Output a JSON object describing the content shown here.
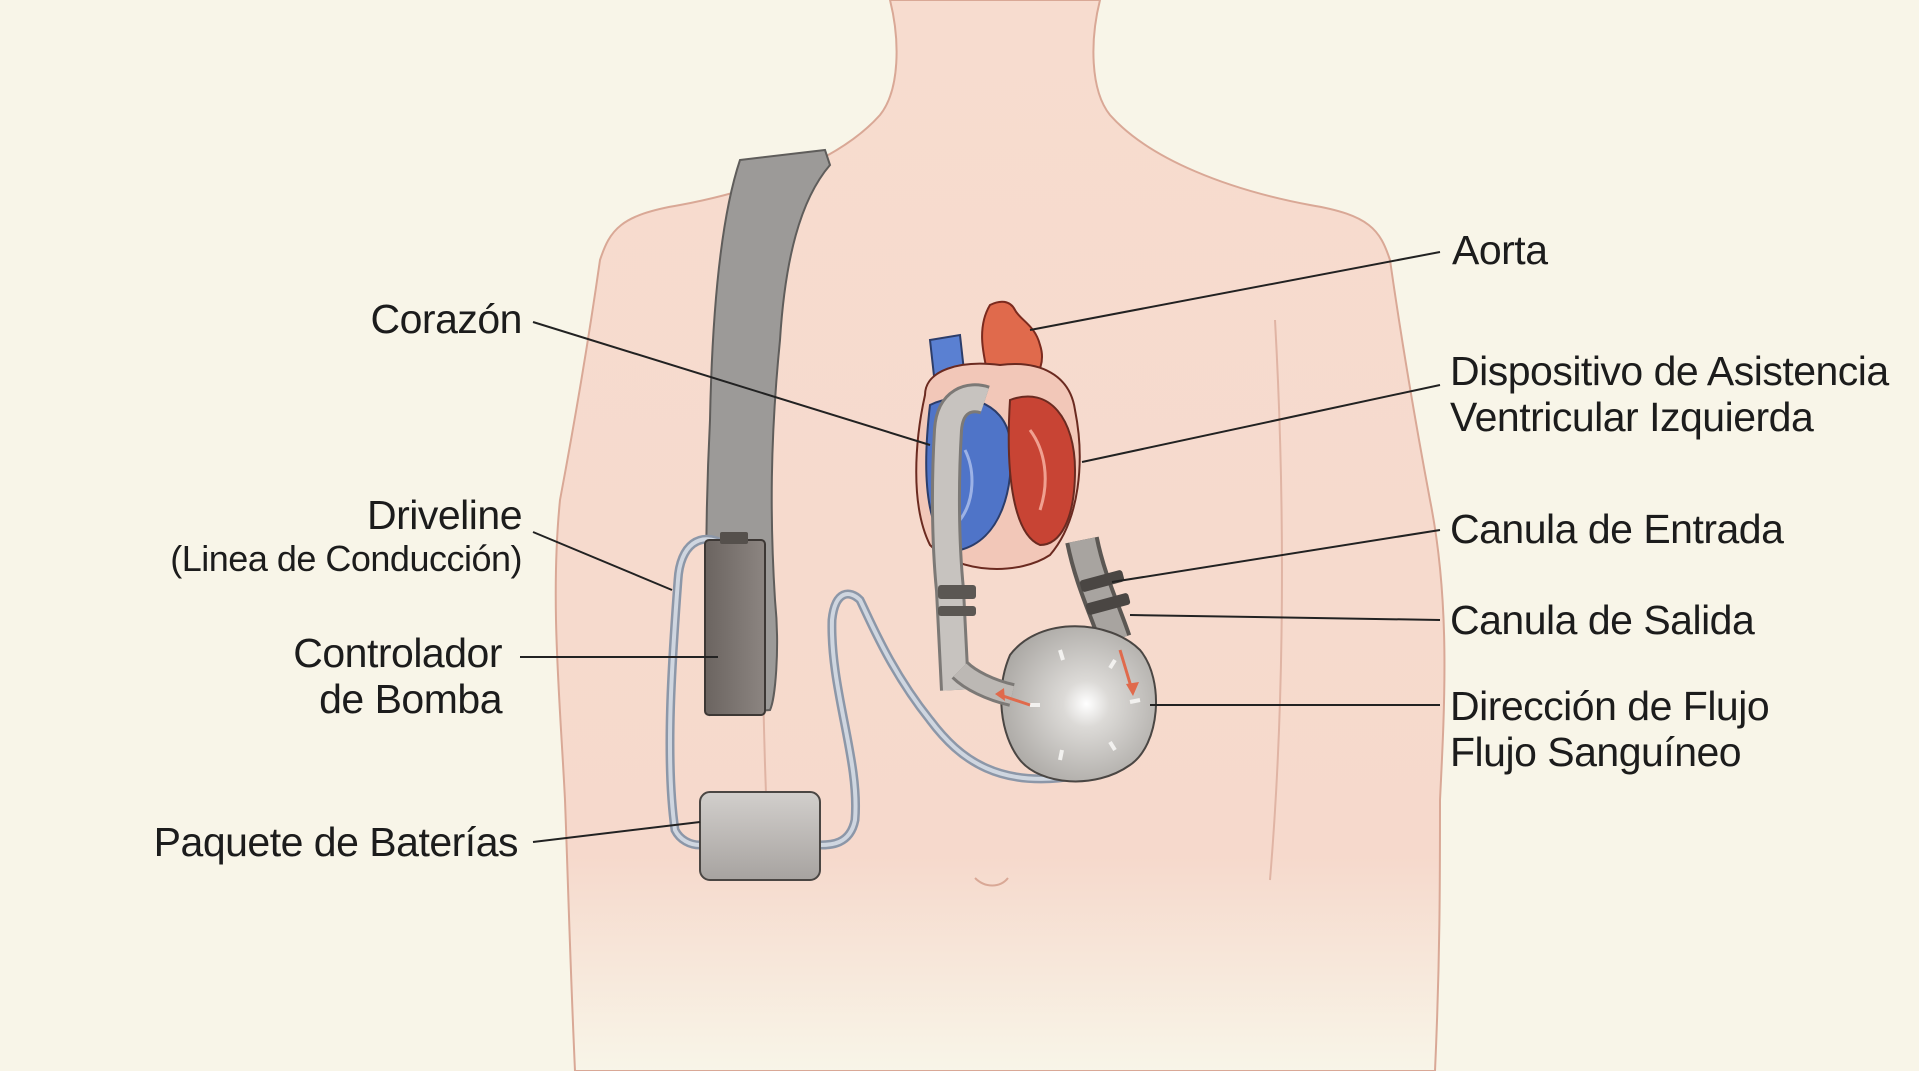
{
  "labels": {
    "aorta": "Aorta",
    "lvad": [
      "Dispositivo de Asistencia",
      "Ventricular Izquierda"
    ],
    "inlet": "Canula de Entrada",
    "outlet": "Canula de Salida",
    "flow": [
      "Dirección de Flujo",
      "Flujo Sanguíneo"
    ],
    "heart": "Corazón",
    "driveline": "Driveline",
    "driveline_sub": "(Linea de Conducción)",
    "controller": [
      "Controlador",
      "de Bomba"
    ],
    "battery": "Paquete de Baterías"
  },
  "colors": {
    "background": "#f8f5e8",
    "skin": "#f6d9cc",
    "skin_outline": "#d9a896",
    "vein_blue": "#4f74c8",
    "artery_red": "#e06a4c",
    "muscle_red": "#c84434",
    "device_gray": "#b9b6b2",
    "strap_gray": "#9a9896",
    "tube": "#aeb8c6"
  }
}
